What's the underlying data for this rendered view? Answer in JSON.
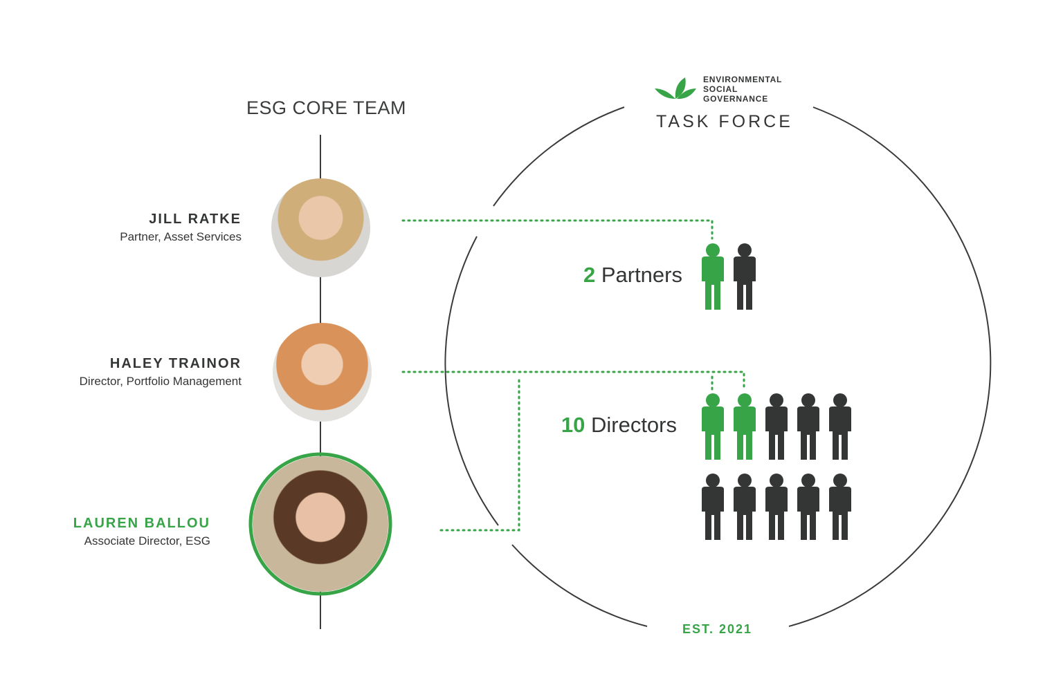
{
  "core_team": {
    "title": "ESG CORE TEAM",
    "members": [
      {
        "name": "JILL RATKE",
        "role": "Partner, Asset Services",
        "highlight": false
      },
      {
        "name": "HALEY TRAINOR",
        "role": "Director, Portfolio Management",
        "highlight": false
      },
      {
        "name": "LAUREN BALLOU",
        "role": "Associate Director, ESG",
        "highlight": true
      }
    ]
  },
  "task_force": {
    "logo_lines": [
      "ENVIRONMENTAL",
      "SOCIAL",
      "GOVERNANCE"
    ],
    "title": "TASK FORCE",
    "established": "EST. 2021",
    "groups": [
      {
        "count": "2",
        "label": "Partners",
        "total": 2,
        "core_members": 1
      },
      {
        "count": "10",
        "label": "Directors",
        "total": 10,
        "core_members": 2
      }
    ]
  },
  "colors": {
    "green": "#36a447",
    "dark": "#333634",
    "line": "#3a3a3a"
  },
  "icons": {
    "logo": "leaf-sprout-icon",
    "person": "person-icon"
  }
}
